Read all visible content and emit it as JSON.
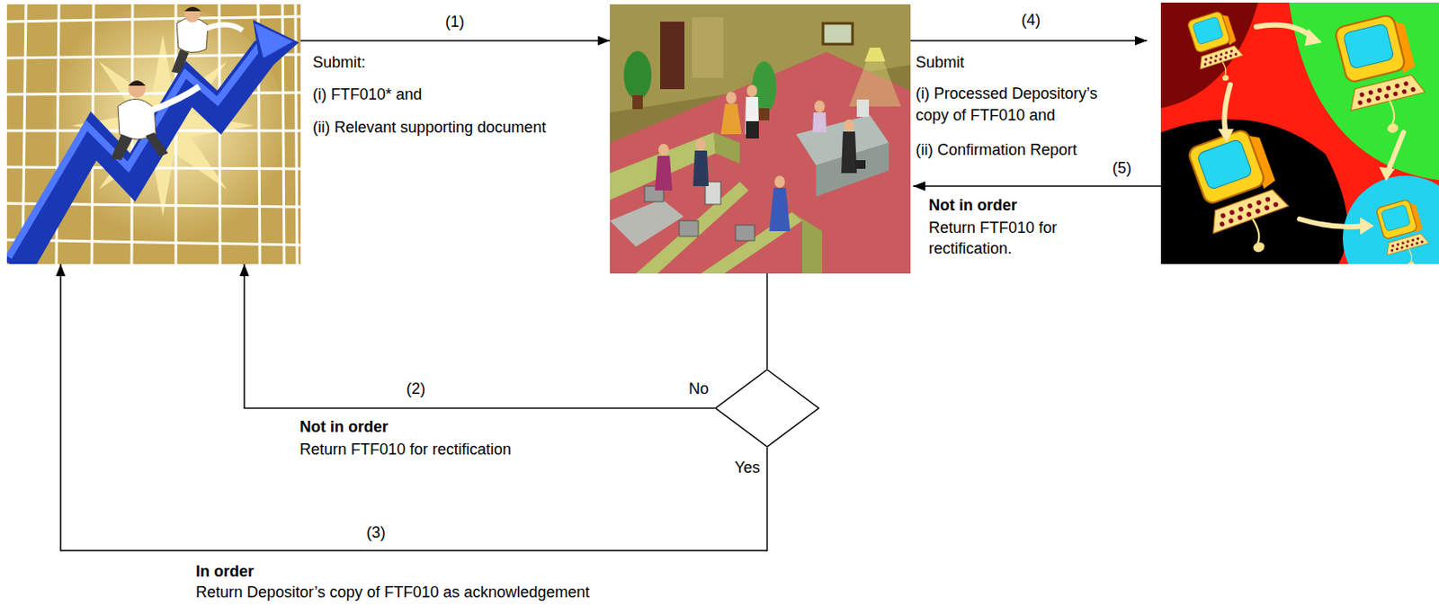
{
  "diagram": {
    "nodes": [
      {
        "text": []
      },
      {
        "text": []
      },
      {
        "text": []
      },
      {
        "text": []
      }
    ],
    "edges": [
      {
        "from": 0,
        "to": 1,
        "label": "(1)",
        "arrow": "to"
      },
      {
        "from": 1,
        "to": 3,
        "arrow": "none"
      },
      {
        "from": 3,
        "to": 0,
        "label": "(2)",
        "arrow": "to"
      },
      {
        "from": 3,
        "to": 0,
        "label": "(3)",
        "arrow": "to"
      },
      {
        "from": 1,
        "to": 2,
        "label": "(4)",
        "arrow": "to"
      },
      {
        "from": 2,
        "to": 1,
        "label": "(5)",
        "arrow": "to"
      }
    ],
    "labels": [
      "Submit:",
      "(i) FTF010* and",
      "(ii) Relevant supporting document",
      "Submit",
      "(i) Processed Depository’s copy of FTF010 and",
      "(ii) Confirmation Report",
      "Not in order",
      "Return FTF010 for rectification.",
      "No",
      "Not in order",
      "Return FTF010 for rectification",
      "Yes",
      "In order",
      "Return Depositor’s copy of FTF010 as acknowledgement"
    ]
  }
}
